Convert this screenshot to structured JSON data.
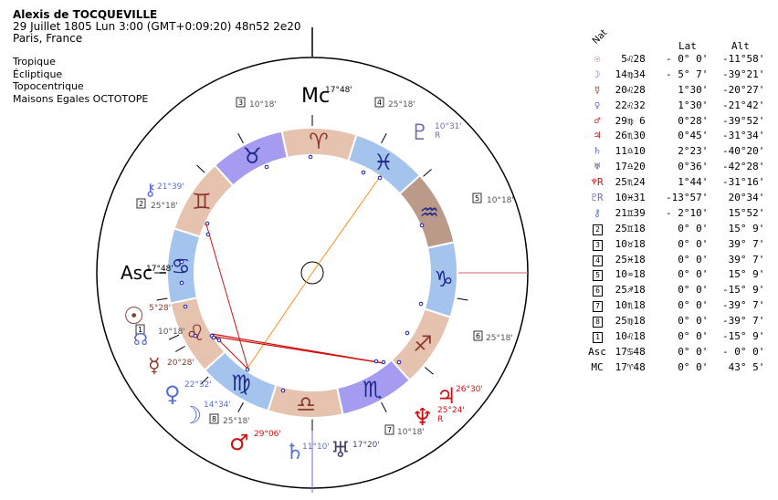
{
  "header": {
    "name": "Alexis de TOCQUEVILLE",
    "line2": "29 Juillet 1805  Lun   3:00 (GMT+0:09:20) 48n52  2e20",
    "place": "Paris, France"
  },
  "settings": [
    "Tropique",
    "Écliptique",
    "Topocentrique",
    "Maisons Egales OCTOTOPE"
  ],
  "chart": {
    "mc_label": "Mc",
    "mc_deg": "17°48'",
    "asc_label": "Asc",
    "asc_deg": "17°48'",
    "zodiac_glyphs": [
      "♈",
      "♉",
      "♊",
      "♋",
      "♌",
      "♍",
      "♎",
      "♏",
      "♐",
      "♑",
      "♒",
      "♓"
    ],
    "house_cusps": [
      {
        "num": "1",
        "deg": "10°18'"
      },
      {
        "num": "2",
        "deg": "25°18'"
      },
      {
        "num": "3",
        "deg": "10°18'"
      },
      {
        "num": "4",
        "deg": "25°18'"
      },
      {
        "num": "5",
        "deg": "10°18'"
      },
      {
        "num": "6",
        "deg": "25°18'"
      },
      {
        "num": "7",
        "deg": "10°18'"
      },
      {
        "num": "8",
        "deg": "25°18'"
      }
    ],
    "planets": [
      {
        "name": "Sun",
        "glyph": "☉",
        "deg": "5°28'",
        "color": "#8b3a2e"
      },
      {
        "name": "Moon",
        "glyph": "☽",
        "deg": "14°34'",
        "color": "#5a6fd1"
      },
      {
        "name": "Mercury",
        "glyph": "☿",
        "deg": "20°28'",
        "color": "#8b3a2e"
      },
      {
        "name": "Venus",
        "glyph": "♀",
        "deg": "22°32'",
        "color": "#5a6fd1"
      },
      {
        "name": "Mars",
        "glyph": "♂",
        "deg": "29°06'",
        "color": "#d01010"
      },
      {
        "name": "Jupiter",
        "glyph": "♃",
        "deg": "26°30'",
        "color": "#d01010"
      },
      {
        "name": "Saturn",
        "glyph": "♄",
        "deg": "11°10'",
        "color": "#5a6fd1"
      },
      {
        "name": "Uranus",
        "glyph": "♅",
        "deg": "17°20'",
        "color": "#444466"
      },
      {
        "name": "Neptune",
        "glyph": "♆",
        "deg": "25°24'",
        "color": "#d01010",
        "retro": "R"
      },
      {
        "name": "Pluto",
        "glyph": "♇",
        "deg": "10°31'",
        "color": "#7070b0",
        "retro": "R"
      },
      {
        "name": "Chiron",
        "glyph": "⚷",
        "deg": "21°39'",
        "color": "#5a6fd1"
      },
      {
        "name": "Node",
        "glyph": "☊",
        "deg": "10°18'",
        "color": "#5a6fd1"
      }
    ]
  },
  "table": {
    "rotated_header": "Nat",
    "col_lat": "Lat",
    "col_alt": "Alt",
    "rows": [
      {
        "sym": "☉",
        "pos": "  5♌28",
        "lat": "- 0° 0'",
        "alt": "-11°58'",
        "color": "#8b3a2e"
      },
      {
        "sym": "☽",
        "pos": " 14♍34",
        "lat": "- 5° 7'",
        "alt": "-39°21'",
        "color": "#5a6fd1"
      },
      {
        "sym": "☿",
        "pos": " 20♌28",
        "lat": "  1°30'",
        "alt": "-20°27'",
        "color": "#8b3a2e"
      },
      {
        "sym": "♀",
        "pos": " 22♌32",
        "lat": "  1°30'",
        "alt": "-21°42'",
        "color": "#5a6fd1"
      },
      {
        "sym": "♂",
        "pos": " 29♍ 6",
        "lat": "  0°28'",
        "alt": "-39°52'",
        "color": "#d01010"
      },
      {
        "sym": "♃",
        "pos": " 26♏30",
        "lat": "  0°45'",
        "alt": "-31°34'",
        "color": "#d01010"
      },
      {
        "sym": "♄",
        "pos": " 11♎10",
        "lat": "  2°23'",
        "alt": "-40°20'",
        "color": "#5a6fd1"
      },
      {
        "sym": "♅",
        "pos": " 17♎20",
        "lat": "  0°36'",
        "alt": "-42°28'",
        "color": "#444466"
      },
      {
        "sym": "♆R",
        "pos": " 25♏24",
        "lat": "  1°44'",
        "alt": "-31°16'",
        "color": "#d01010"
      },
      {
        "sym": "♇R",
        "pos": " 10♓31",
        "lat": "-13°57'",
        "alt": " 20°34'",
        "color": "#7070b0"
      },
      {
        "sym": "⚷",
        "pos": " 21♊39",
        "lat": "- 2°10'",
        "alt": " 15°52'",
        "color": "#5a6fd1"
      },
      {
        "sym": "2",
        "pos": " 25♊18",
        "lat": "  0° 0'",
        "alt": " 15° 9'",
        "color": "#000",
        "box": true
      },
      {
        "sym": "3",
        "pos": " 10♉18",
        "lat": "  0° 0'",
        "alt": " 39° 7'",
        "color": "#000",
        "box": true
      },
      {
        "sym": "4",
        "pos": " 25♓18",
        "lat": "  0° 0'",
        "alt": " 39° 7'",
        "color": "#000",
        "box": true
      },
      {
        "sym": "5",
        "pos": " 10♒18",
        "lat": "  0° 0'",
        "alt": " 15° 9'",
        "color": "#000",
        "box": true
      },
      {
        "sym": "6",
        "pos": " 25♐18",
        "lat": "  0° 0'",
        "alt": "-15° 9'",
        "color": "#000",
        "box": true
      },
      {
        "sym": "7",
        "pos": " 10♏18",
        "lat": "  0° 0'",
        "alt": "-39° 7'",
        "color": "#000",
        "box": true
      },
      {
        "sym": "8",
        "pos": " 25♍18",
        "lat": "  0° 0'",
        "alt": "-39° 7'",
        "color": "#000",
        "box": true
      },
      {
        "sym": "1",
        "pos": " 10♌18",
        "lat": "  0° 0'",
        "alt": "-15° 9'",
        "color": "#000",
        "box": true
      },
      {
        "sym": "Asc",
        "pos": " 17♋48",
        "lat": "  0° 0'",
        "alt": "- 0° 0'",
        "color": "#000"
      },
      {
        "sym": "MC",
        "pos": " 17♈48",
        "lat": "  0° 0'",
        "alt": " 43° 5'",
        "color": "#000"
      }
    ]
  }
}
